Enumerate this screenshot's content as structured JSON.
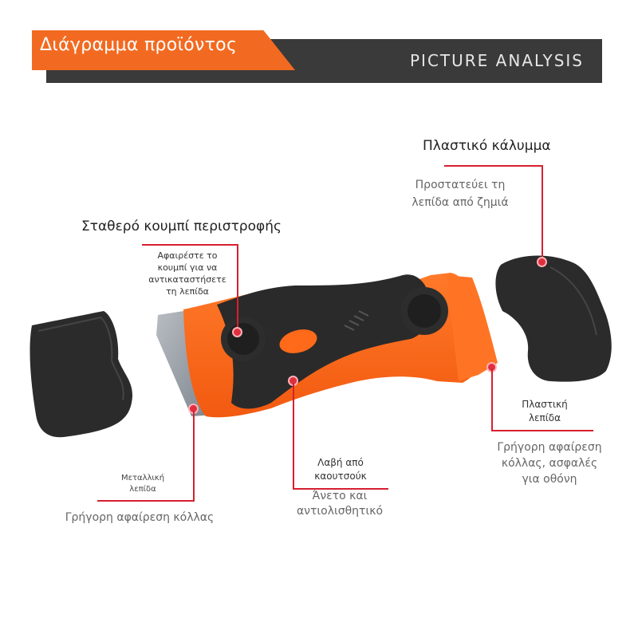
{
  "header": {
    "title": "Διάγραμμα προϊόντος",
    "subtitle": "PICTURE ANALYSIS"
  },
  "callouts": {
    "plastic_cover": {
      "title": "Πλαστικό κάλυμμα",
      "desc_line1": "Προστατεύει τη",
      "desc_line2": "λεπίδα από ζημιά"
    },
    "fixed_knob": {
      "title": "Σταθερό κουμπί περιστροφής",
      "desc_line1": "Αφαιρέστε το",
      "desc_line2": "κουμπί για να",
      "desc_line3": "αντικαταστήσετε",
      "desc_line4": "τη λεπίδα"
    },
    "plastic_blade": {
      "title_line1": "Πλαστική",
      "title_line2": "λεπίδα",
      "desc_line1": "Γρήγορη αφαίρεση",
      "desc_line2": "κόλλας, ασφαλές",
      "desc_line3": "για οθόνη"
    },
    "rubber_handle": {
      "title_line1": "Λαβή από",
      "title_line2": "καουτσούκ",
      "desc_line1": "Άνετο και",
      "desc_line2": "αντιολισθητικό"
    },
    "metal_blade": {
      "title_line1": "Μεταλλική",
      "title_line2": "λεπίδα",
      "desc": "Γρήγορη αφαίρεση κόλλας"
    }
  },
  "colors": {
    "accent": "#f26a21",
    "header_dark": "#3a3a3a",
    "callout_red": "#d6202f",
    "product_black": "#2a2a2a",
    "product_orange": "#ff6a1a"
  }
}
